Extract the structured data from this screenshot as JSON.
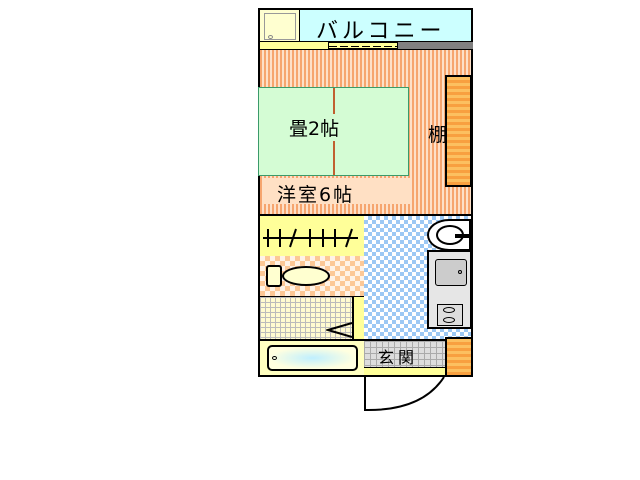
{
  "rooms": {
    "balcony": "バルコニー",
    "tatami": "畳2帖",
    "western_room": "洋室6帖",
    "shelf": "棚",
    "entrance": "玄関"
  }
}
